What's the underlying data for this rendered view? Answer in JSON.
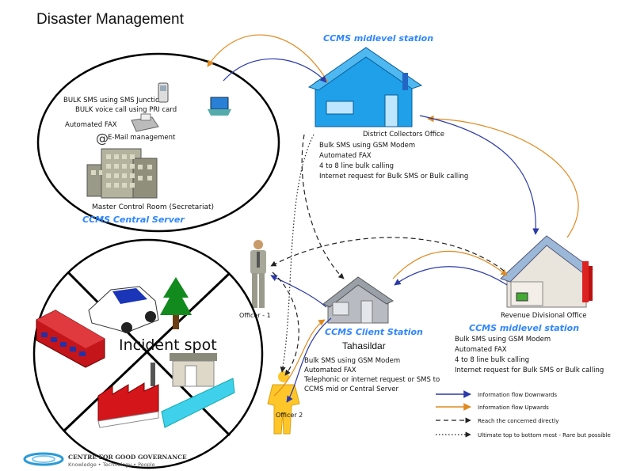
{
  "title": "Disaster Management",
  "central": {
    "items": [
      "BULK SMS using SMS Junction",
      "BULK voice call using PRI card",
      "Automated FAX",
      "E-Mail management"
    ],
    "building_label": "Master Control Room (Secretariat)",
    "server_label": "CCMS Central Server"
  },
  "district": {
    "station_label": "CCMS midlevel station",
    "office_label": "District Collectors Office",
    "lines": [
      "Bulk SMS using GSM Modem",
      "Automated FAX",
      "4 to 8 line bulk calling",
      "Internet request for Bulk SMS or Bulk calling"
    ]
  },
  "revenue": {
    "office_label": "Revenue Divisional Office",
    "station_label": "CCMS midlevel station",
    "lines": [
      "Bulk SMS using GSM Modem",
      "Automated FAX",
      "4 to 8 line bulk calling",
      "Internet request for Bulk SMS or Bulk calling"
    ]
  },
  "client": {
    "station_label": "CCMS Client Station",
    "office_label": "Tahasildar",
    "lines": [
      "Bulk SMS using GSM Modem",
      "Automated FAX",
      "Telephonic or internet request or SMS to",
      "CCMS mid or Central Server"
    ]
  },
  "officers": {
    "o1": "Officer - 1",
    "o2": "Officer 2"
  },
  "incident_label": "Incident spot",
  "legend": [
    "Information flow Downwards",
    "Information flow Upwards",
    "Reach the concerned directly",
    "Ultimate top to bottom most - Rare but possible"
  ],
  "colors": {
    "downward": "#2c3aa8",
    "upward": "#e08a1e",
    "accent": "#2f86ff",
    "house_blue": "#1fa0e8"
  },
  "footer": {
    "org": "CENTRE FOR GOOD GOVERNANCE",
    "tagline": "Knowledge • Technology • People"
  }
}
